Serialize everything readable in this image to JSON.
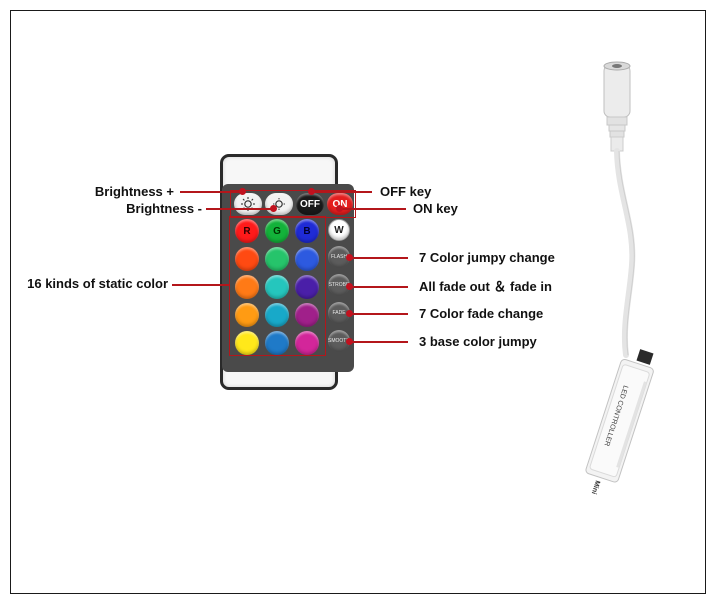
{
  "labels": {
    "brightness_plus": "Brightness +",
    "brightness_minus": "Brightness -",
    "off_key": "OFF key",
    "on_key": "ON key",
    "static_color": "16 kinds of static color",
    "flash": "7 Color jumpy change",
    "strobe": "All fade out ＆ fade in",
    "fade": "7 Color fade change",
    "smooth": "3 base color jumpy"
  },
  "remote": {
    "off": "OFF",
    "on": "ON",
    "r": "R",
    "g": "G",
    "b": "B",
    "w": "W",
    "flash": "FLASH",
    "strobe": "STROBE",
    "fade": "FADE",
    "smooth": "SMOOTH"
  },
  "controller": {
    "title": "LED CONTROLLER",
    "brand": "Mini"
  },
  "colors": {
    "accent_red": "#b4161b",
    "button_grid": [
      "#ff1a1a",
      "#13b23a",
      "#1f2bd6",
      "#ffffff",
      "#ff4a12",
      "#26c46b",
      "#2d5ae0",
      "#ff7a16",
      "#25c6bd",
      "#4a1fa8",
      "#ff9b13",
      "#18a9c9",
      "#a0208a",
      "#ffe81a",
      "#1f7ac8",
      "#d3269a"
    ]
  }
}
